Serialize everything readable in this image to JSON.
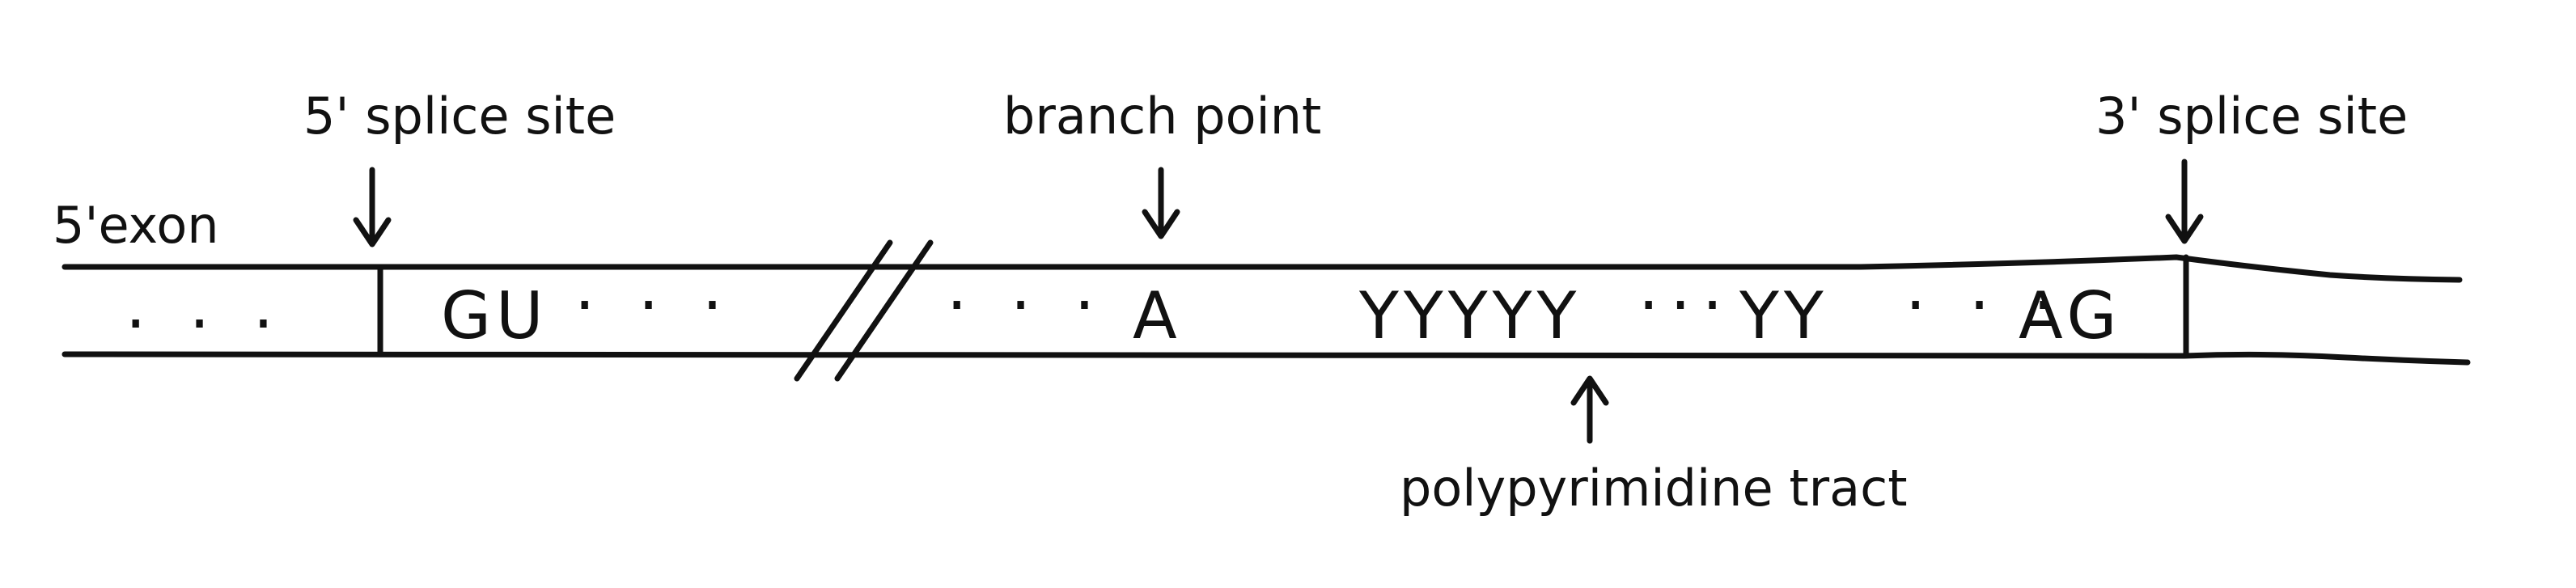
{
  "labels": {
    "splice5": "5' splice site",
    "exon5": "5'exon",
    "branch": "branch point",
    "splice3": "3' splice site",
    "polypyr": "polypyrimidine tract"
  },
  "sequence": {
    "exon_dots": ". . .",
    "gu": "GU",
    "gu_dots": "· · ·",
    "mid_dots": "· · ·",
    "branch_a": "A",
    "yyyyy": "YYYYY",
    "y_dots": "···",
    "yy": "YY",
    "ag_dots": "· · ·",
    "ag": "AG"
  }
}
